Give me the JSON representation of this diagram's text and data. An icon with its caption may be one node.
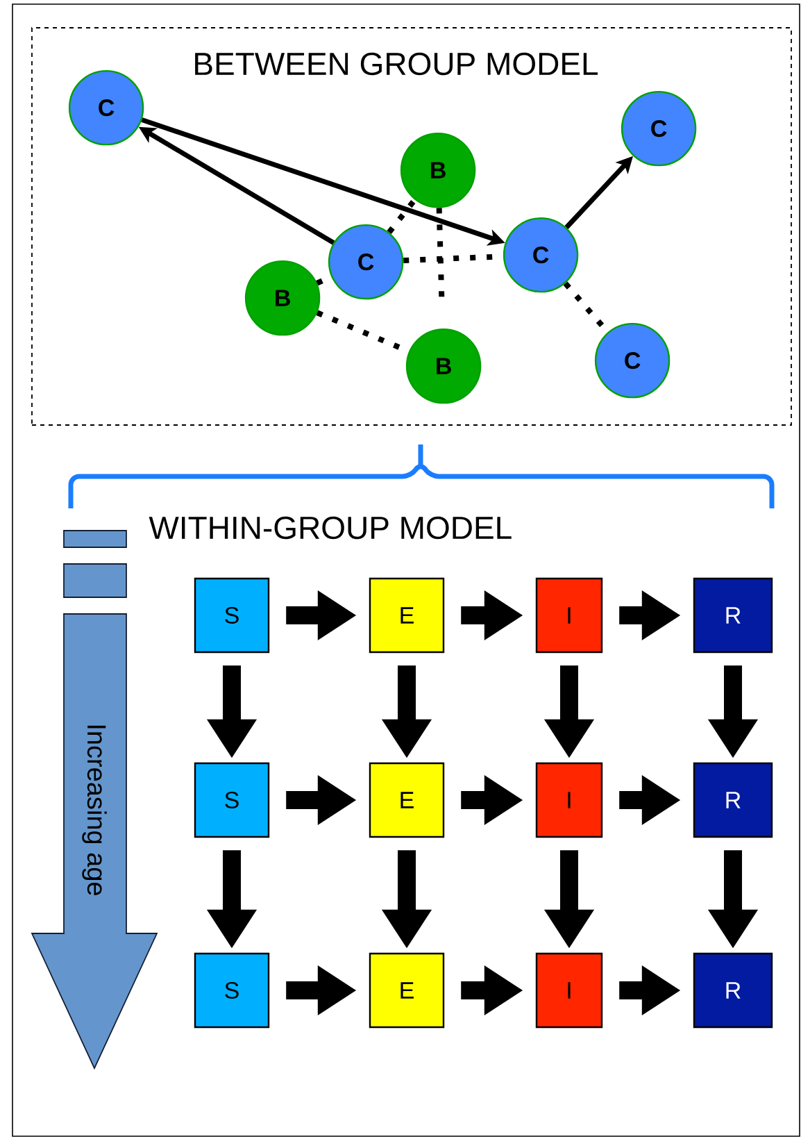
{
  "diagram": {
    "nodes": [
      {
        "text": [
          "BETWEEN GROUP MODEL"
        ]
      },
      {
        "text": [
          "C"
        ],
        "in": 0
      },
      {
        "text": [
          "C"
        ],
        "in": 0
      },
      {
        "text": [
          "B"
        ],
        "in": 0
      },
      {
        "text": [
          "C"
        ],
        "in": 0
      },
      {
        "text": [
          "C"
        ],
        "in": 0
      },
      {
        "text": [
          "B"
        ],
        "in": 0
      },
      {
        "text": [
          "C"
        ],
        "in": 0
      },
      {
        "text": [
          "B"
        ],
        "in": 0
      },
      {
        "text": [
          "Increasing age"
        ]
      },
      {
        "text": [
          "S"
        ]
      },
      {
        "text": [
          "E"
        ]
      },
      {
        "text": [
          "I"
        ]
      },
      {
        "text": [
          "R"
        ]
      },
      {
        "text": [
          "S"
        ]
      },
      {
        "text": [
          "E"
        ]
      },
      {
        "text": [
          "I"
        ]
      },
      {
        "text": [
          "R"
        ]
      },
      {
        "text": [
          "S"
        ]
      },
      {
        "text": [
          "E"
        ]
      },
      {
        "text": [
          "I"
        ]
      },
      {
        "text": [
          "R"
        ]
      }
    ],
    "edges": [
      {
        "from": 1,
        "to": 4,
        "arrow": "to"
      },
      {
        "from": 5,
        "to": 1,
        "arrow": "to"
      },
      {
        "from": 4,
        "to": 2,
        "arrow": "to"
      },
      {
        "from": 5,
        "to": 3,
        "arrow": "none",
        "style": "dashed"
      },
      {
        "from": 3,
        "to": 8,
        "arrow": "none",
        "style": "dashed"
      },
      {
        "from": 5,
        "to": 4,
        "arrow": "none",
        "style": "dashed"
      },
      {
        "from": 6,
        "to": 5,
        "arrow": "none",
        "style": "dashed"
      },
      {
        "from": 6,
        "to": 8,
        "arrow": "none",
        "style": "dashed"
      },
      {
        "from": 4,
        "to": 7,
        "arrow": "none",
        "style": "dashed"
      },
      {
        "from": 10,
        "to": 11,
        "arrow": "to"
      },
      {
        "from": 11,
        "to": 12,
        "arrow": "to"
      },
      {
        "from": 12,
        "to": 13,
        "arrow": "to"
      },
      {
        "from": 14,
        "to": 15,
        "arrow": "to"
      },
      {
        "from": 15,
        "to": 16,
        "arrow": "to"
      },
      {
        "from": 16,
        "to": 17,
        "arrow": "to"
      },
      {
        "from": 18,
        "to": 19,
        "arrow": "to"
      },
      {
        "from": 19,
        "to": 20,
        "arrow": "to"
      },
      {
        "from": 20,
        "to": 21,
        "arrow": "to"
      },
      {
        "from": 10,
        "to": 14,
        "arrow": "to"
      },
      {
        "from": 11,
        "to": 15,
        "arrow": "to"
      },
      {
        "from": 12,
        "to": 16,
        "arrow": "to"
      },
      {
        "from": 13,
        "to": 17,
        "arrow": "to"
      },
      {
        "from": 14,
        "to": 18,
        "arrow": "to"
      },
      {
        "from": 15,
        "to": 19,
        "arrow": "to"
      },
      {
        "from": 16,
        "to": 20,
        "arrow": "to"
      },
      {
        "from": 17,
        "to": 21,
        "arrow": "to"
      }
    ],
    "labels": [
      "WITHIN-GROUP MODEL"
    ]
  }
}
